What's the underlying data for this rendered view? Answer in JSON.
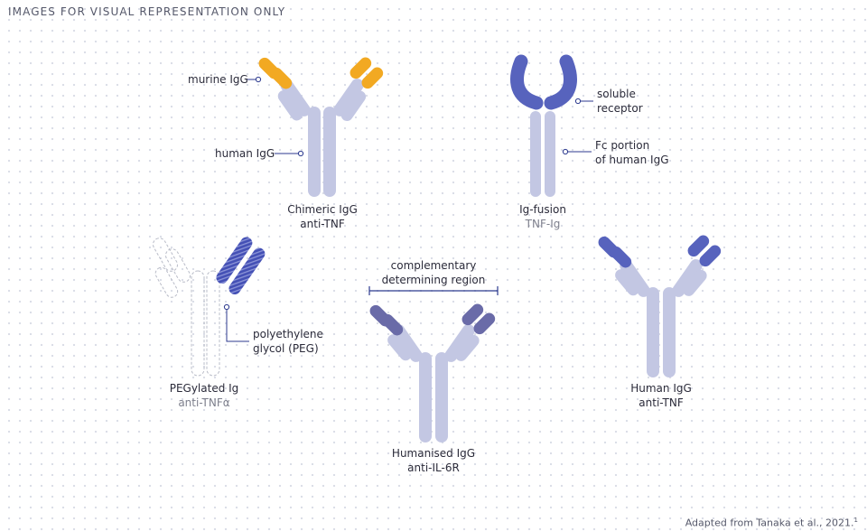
{
  "header": {
    "disclaimer": "IMAGES FOR VISUAL REPRESENTATION ONLY"
  },
  "footer": {
    "source": "Adapted from Tanaka et al., 2021.",
    "source_ref": "1"
  },
  "antibodies": {
    "chimeric": {
      "name": "Chimeric IgG",
      "target": "anti-TNF",
      "callouts": {
        "murine": "murine IgG",
        "human": "human IgG"
      }
    },
    "fusion": {
      "name": "Ig-fusion",
      "target": "TNF-Ig",
      "callouts": {
        "receptor_1": "soluble",
        "receptor_2": "receptor",
        "fc_1": "Fc portion",
        "fc_2": "of human IgG"
      }
    },
    "pegylated": {
      "name": "PEGylated Ig",
      "target": "anti-TNFα",
      "callouts": {
        "peg_1": "polyethylene",
        "peg_2": "glycol (PEG)"
      }
    },
    "humanised": {
      "name": "Humanised IgG",
      "target": "anti-IL-6R",
      "callouts": {
        "cdr_1": "complementary",
        "cdr_2": "determining region"
      }
    },
    "human": {
      "name": "Human IgG",
      "target": "anti-TNF"
    }
  },
  "colors": {
    "light_chain": "#c3c7e3",
    "heavy_chain": "#c3c7e3",
    "murine": "#f2a922",
    "receptor": "#5763bd",
    "peg": "#4450b5",
    "cdr": "#6a6ba8",
    "human_variable": "#5763bd",
    "line": "#2c3a8f"
  }
}
